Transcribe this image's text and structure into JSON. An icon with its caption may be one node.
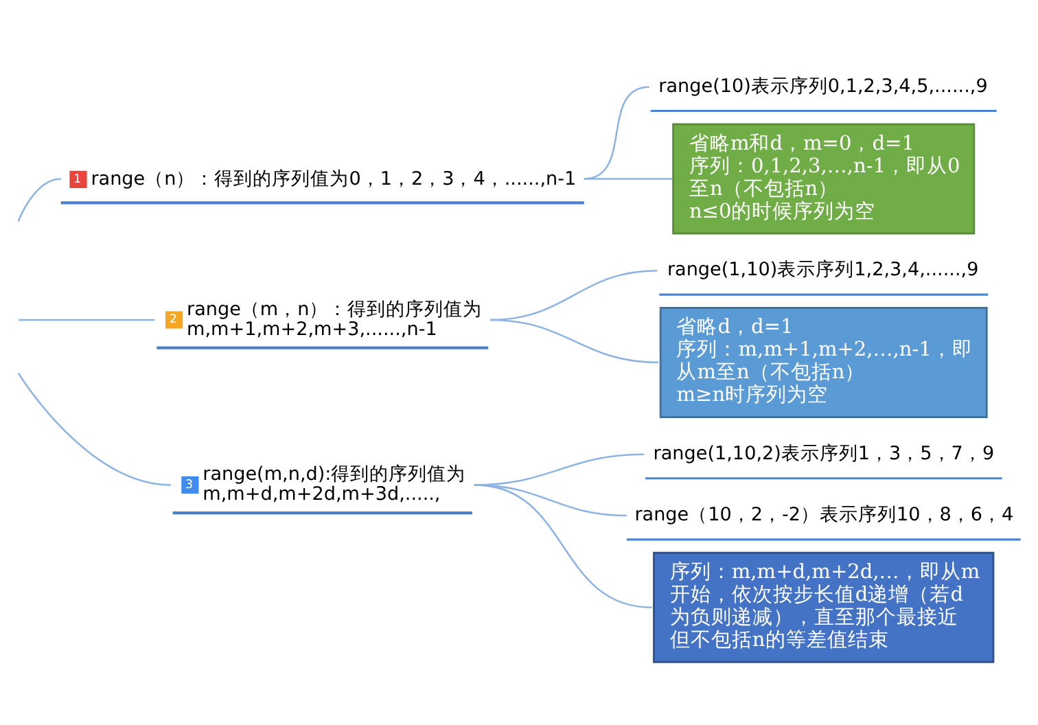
{
  "diagram": {
    "nodes": [
      {
        "text": [
          "1",
          "range（n）：得到的序列值为0，1，2，3，4，......,n-1"
        ]
      },
      {
        "text": [
          "range(10)表示序列0,1,2,3,4,5,......,9"
        ]
      },
      {
        "text": [
          "省略m和d，m=0，d=1",
          "序列：0,1,2,3,…,n-1，即从0至n（不包括n）",
          "n≤0的时候序列为空"
        ]
      },
      {
        "text": [
          "2",
          "range（m，n）：得到的序列值为m,m+1,m+2,m+3,......,n-1"
        ]
      },
      {
        "text": [
          "range(1,10)表示序列1,2,3,4,......,9"
        ]
      },
      {
        "text": [
          "省略d，d=1",
          "序列：m,m+1,m+2,…,n-1，即从m至n（不包括n）",
          "m≥n时序列为空"
        ]
      },
      {
        "text": [
          "3",
          "range(m,n,d):得到的序列值为m,m+d,m+2d,m+3d,.....,"
        ]
      },
      {
        "text": [
          "range(1,10,2)表示序列1，3，5，7，9"
        ]
      },
      {
        "text": [
          "range（10，2，-2）表示序列10，8，6，4"
        ]
      },
      {
        "text": [
          "序列：m,m+d,m+2d,…，即从m开始，依次按步长值d递增（若d为负则递减），直至那个最接近但不包括n的等差值结束"
        ]
      }
    ],
    "edges": [
      {
        "from": null,
        "to": 0,
        "arrow": "none"
      },
      {
        "from": 0,
        "to": 1,
        "arrow": "none"
      },
      {
        "from": 0,
        "to": 2,
        "arrow": "none"
      },
      {
        "from": null,
        "to": 3,
        "arrow": "none"
      },
      {
        "from": 3,
        "to": 4,
        "arrow": "none"
      },
      {
        "from": 3,
        "to": 5,
        "arrow": "none"
      },
      {
        "from": null,
        "to": 6,
        "arrow": "none"
      },
      {
        "from": 6,
        "to": 7,
        "arrow": "none"
      },
      {
        "from": 6,
        "to": 8,
        "arrow": "none"
      },
      {
        "from": 6,
        "to": 9,
        "arrow": "none"
      }
    ]
  }
}
